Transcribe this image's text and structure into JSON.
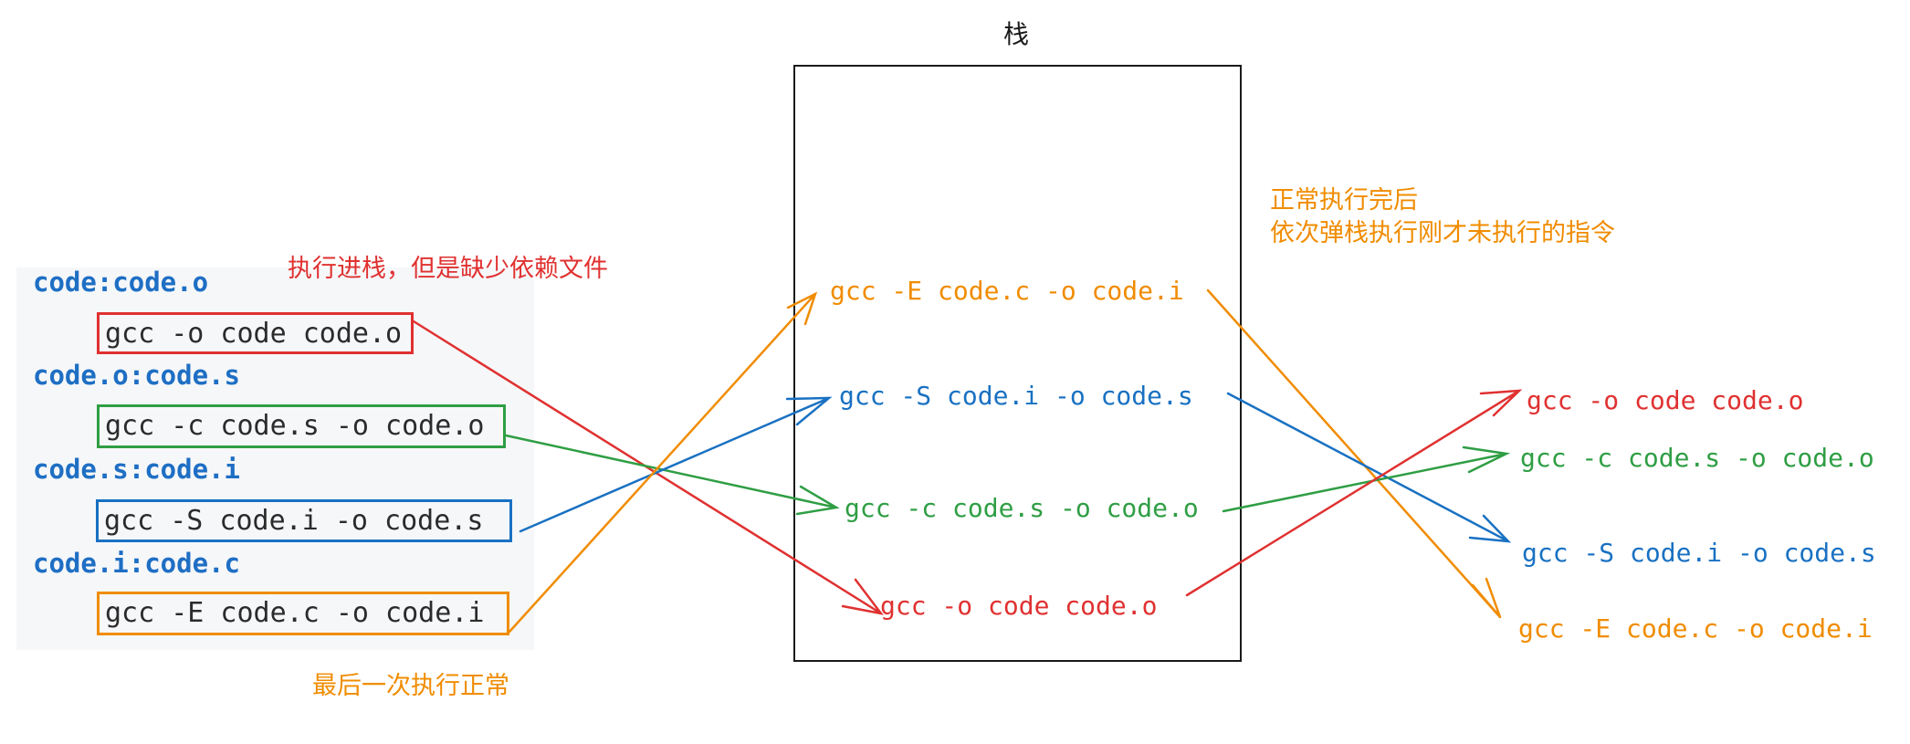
{
  "stack_title": "栈",
  "colors": {
    "red": "#e03131",
    "green": "#2f9e44",
    "blue": "#1971c2",
    "orange": "#f08c00",
    "target": "#1e6fc4"
  },
  "makefile": {
    "rules": [
      {
        "target": "code:code.o",
        "command": "gcc -o code code.o",
        "color": "red"
      },
      {
        "target": "code.o:code.s",
        "command": "gcc -c code.s -o code.o",
        "color": "green"
      },
      {
        "target": "code.s:code.i",
        "command": "gcc -S code.i -o code.s",
        "color": "blue"
      },
      {
        "target": "code.i:code.c",
        "command": "gcc -E code.c -o code.i",
        "color": "orange"
      }
    ]
  },
  "stack_items": [
    {
      "text": "gcc -E code.c -o code.i",
      "color": "orange"
    },
    {
      "text": "gcc -S code.i -o code.s",
      "color": "blue"
    },
    {
      "text": "gcc -c code.s -o code.o",
      "color": "green"
    },
    {
      "text": "gcc -o code code.o",
      "color": "red"
    }
  ],
  "result_items": [
    {
      "text": "gcc -o code code.o",
      "color": "red"
    },
    {
      "text": "gcc -c code.s -o code.o",
      "color": "green"
    },
    {
      "text": "gcc -S code.i -o code.s",
      "color": "blue"
    },
    {
      "text": "gcc -E code.c -o code.i",
      "color": "orange"
    }
  ],
  "annotations": {
    "push_note": "执行进栈，但是缺少依赖文件",
    "last_note": "最后一次执行正常",
    "pop_note_line1": "正常执行完后",
    "pop_note_line2": "依次弹栈执行刚才未执行的指令"
  }
}
